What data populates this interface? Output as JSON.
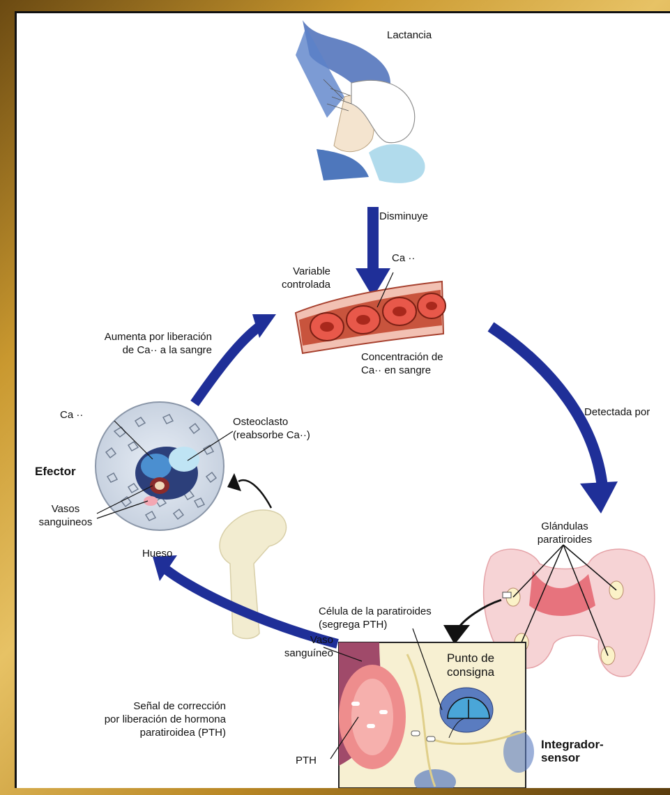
{
  "labels": {
    "lactancia": "Lactancia",
    "disminuye": "Disminuye",
    "ca_top": "Ca ··",
    "variable_1": "Variable",
    "variable_2": "controlada",
    "concentracion_1": "Concentración de",
    "concentracion_2": "Ca·· en sangre",
    "aumenta_1": "Aumenta por liberación",
    "aumenta_2": "de Ca·· a la sangre",
    "detectada": "Detectada por",
    "ca_left": "Ca ··",
    "osteoclasto_1": "Osteoclasto",
    "osteoclasto_2": "(reabsorbe Ca··)",
    "efector": "Efector",
    "vasos_1": "Vasos",
    "vasos_2": "sanguineos",
    "hueso": "Hueso",
    "glandulas_1": "Glándulas",
    "glandulas_2": "paratiroides",
    "celula_1": "Célula de la paratiroides",
    "celula_2": "(segrega PTH)",
    "vaso_1": "Vaso",
    "vaso_2": "sanguíneo",
    "punto_1": "Punto de",
    "punto_2": "consigna",
    "senal_1": "Señal de corrección",
    "senal_2": "por liberación de hormona",
    "senal_3": "paratiroidea (PTH)",
    "pth": "PTH",
    "integrador_1": "Integrador-",
    "integrador_2": "sensor"
  },
  "colors": {
    "arrow_blue": "#1f2f98",
    "blood_red": "#d8483b",
    "gland_pink": "#f3c1c4",
    "bone": "#f2ecd0"
  }
}
